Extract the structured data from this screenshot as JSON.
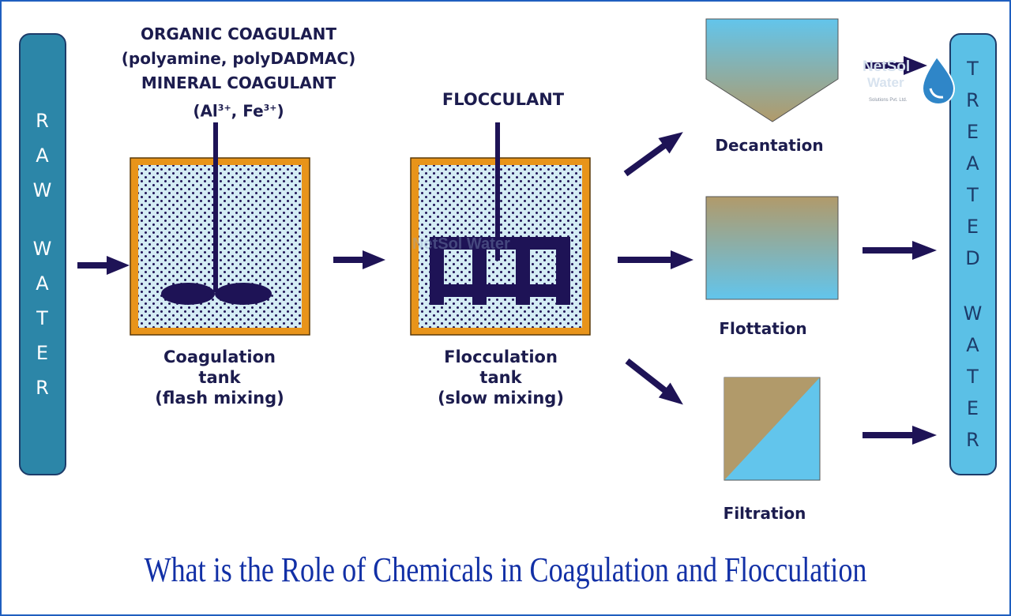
{
  "inputs": {
    "raw_water": "RAW WATER",
    "treated_water": "TREATED WATER"
  },
  "coagulant": {
    "line1": "ORGANIC COAGULANT",
    "line2": "(polyamine, polyDADMAC)",
    "line3": "MINERAL COAGULANT",
    "line4_prefix": "(Al",
    "al_sup": "3+",
    "sep": ", Fe",
    "fe_sup": "3+",
    "line4_suffix": ")"
  },
  "flocculant": "FLOCCULANT",
  "coagulation_tank": {
    "line1": "Coagulation",
    "line2": "tank",
    "line3": "(flash mixing)"
  },
  "flocculation_tank": {
    "line1": "Flocculation",
    "line2": "tank",
    "line3": "(slow mixing)"
  },
  "processes": {
    "decantation": "Decantation",
    "flottation": "Flottation",
    "filtration": "Filtration"
  },
  "logo": {
    "name_line1": "NetSol",
    "name_line2": "Water",
    "tagline": "Solutions Pvt. Ltd."
  },
  "watermark": "NetSol Water",
  "title": "What is the Role of Chemicals in Coagulation and Flocculation",
  "colors": {
    "raw_water_bar": "#2c86a8",
    "treated_water_bar": "#5bc0e6",
    "tank_frame": "#e8941a",
    "tank_water": "#d4ecf4",
    "dark_navy": "#1e1356",
    "title_blue": "#1230a6",
    "sediment_tan": "#b19a6a",
    "sky_blue": "#62c5ec"
  }
}
